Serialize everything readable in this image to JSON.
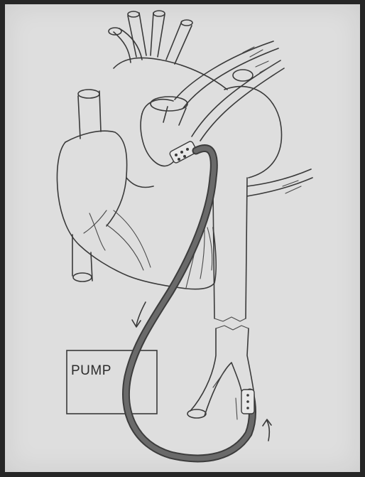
{
  "figure": {
    "pump_label": "PUMP",
    "colors": {
      "paper": "#dedede",
      "border": "#262626",
      "ink": "#3a3a3a",
      "tube": "#6a6a6a"
    },
    "icons": [
      "heart-outline",
      "aortic-arch",
      "pump-box",
      "flow-arrow"
    ]
  }
}
